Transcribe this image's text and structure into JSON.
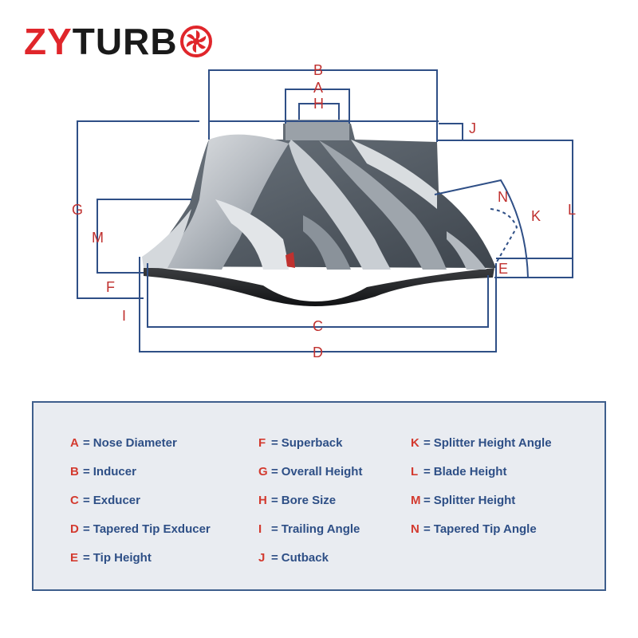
{
  "brand": {
    "logo_part1": "ZY",
    "logo_part2": "TURB",
    "wheel_icon": "turbine-wheel-icon",
    "red": "#e0262b",
    "dark": "#1a1a1a"
  },
  "dimension_labels": [
    "A",
    "B",
    "C",
    "D",
    "E",
    "F",
    "G",
    "H",
    "I",
    "J",
    "K",
    "L",
    "M",
    "N"
  ],
  "legend": {
    "columns": [
      [
        {
          "key": "A",
          "label": "Nose Diameter"
        },
        {
          "key": "B",
          "label": "Inducer"
        },
        {
          "key": "C",
          "label": "Exducer"
        },
        {
          "key": "D",
          "label": "Tapered Tip Exducer"
        },
        {
          "key": "E",
          "label": "Tip Height"
        }
      ],
      [
        {
          "key": "F",
          "label": "Superback"
        },
        {
          "key": "G",
          "label": "Overall Height"
        },
        {
          "key": "H",
          "label": "Bore Size"
        },
        {
          "key": "I",
          "label": "Trailing Angle"
        },
        {
          "key": "J",
          "label": "Cutback"
        }
      ],
      [
        {
          "key": "K",
          "label": "Splitter Height Angle"
        },
        {
          "key": "L",
          "label": "Blade Height"
        },
        {
          "key": "M",
          "label": "Splitter Height"
        },
        {
          "key": "N",
          "label": "Tapered Tip Angle"
        }
      ]
    ],
    "equals": "=",
    "colors": {
      "key": "#d33a2f",
      "label": "#2e4f86",
      "border": "#3e5e8c",
      "background": "#e9ecf1"
    }
  },
  "diagram": {
    "line_color": "#2f4f86",
    "letter_color": "#c0312f"
  }
}
